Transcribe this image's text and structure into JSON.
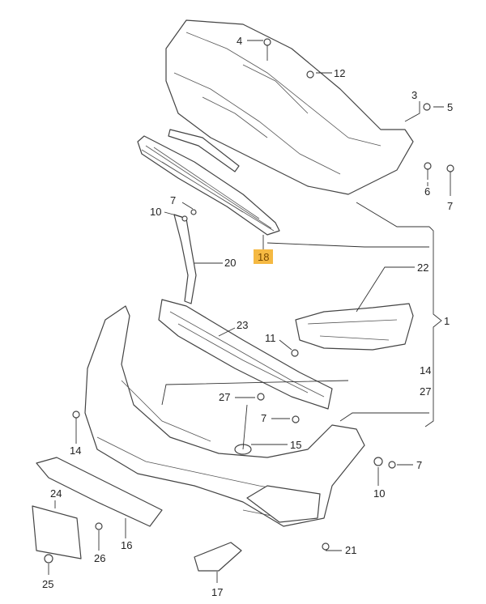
{
  "diagram": {
    "title": "Front bumper exploded parts diagram",
    "highlight_color": "#f5b942",
    "callouts": {
      "c4": "4",
      "c12": "12",
      "c3": "3",
      "c5": "5",
      "c6": "6",
      "c7a": "7",
      "c7b": "7",
      "c10a": "10",
      "c18": "18",
      "c20": "20",
      "c22": "22",
      "c1": "1",
      "c23": "23",
      "c11": "11",
      "c14a": "14",
      "c27a": "27",
      "c27b": "27",
      "c7c": "7",
      "c15": "15",
      "c14b": "14",
      "c10b": "10",
      "c7d": "7",
      "c24": "24",
      "c26": "26",
      "c16": "16",
      "c21": "21",
      "c25": "25",
      "c17": "17"
    }
  }
}
